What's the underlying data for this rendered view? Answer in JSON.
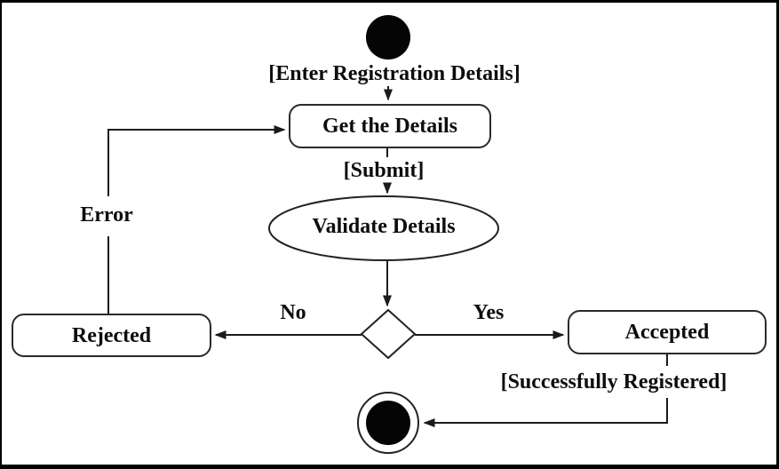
{
  "colors": {
    "stroke": "#1b1b1b",
    "node_fill": "#050505",
    "background": "#ffffff",
    "text": "#0d0d0d"
  },
  "nodes": {
    "action_get_details": "Get the Details",
    "activity_validate_details": "Validate Details",
    "state_rejected": "Rejected",
    "state_accepted": "Accepted"
  },
  "edge_labels": {
    "enter_registration": "[Enter Registration Details]",
    "submit": "[Submit]",
    "branch_no": "No",
    "branch_yes": "Yes",
    "error": "Error",
    "successfully_registered": "[Successfully Registered]"
  }
}
